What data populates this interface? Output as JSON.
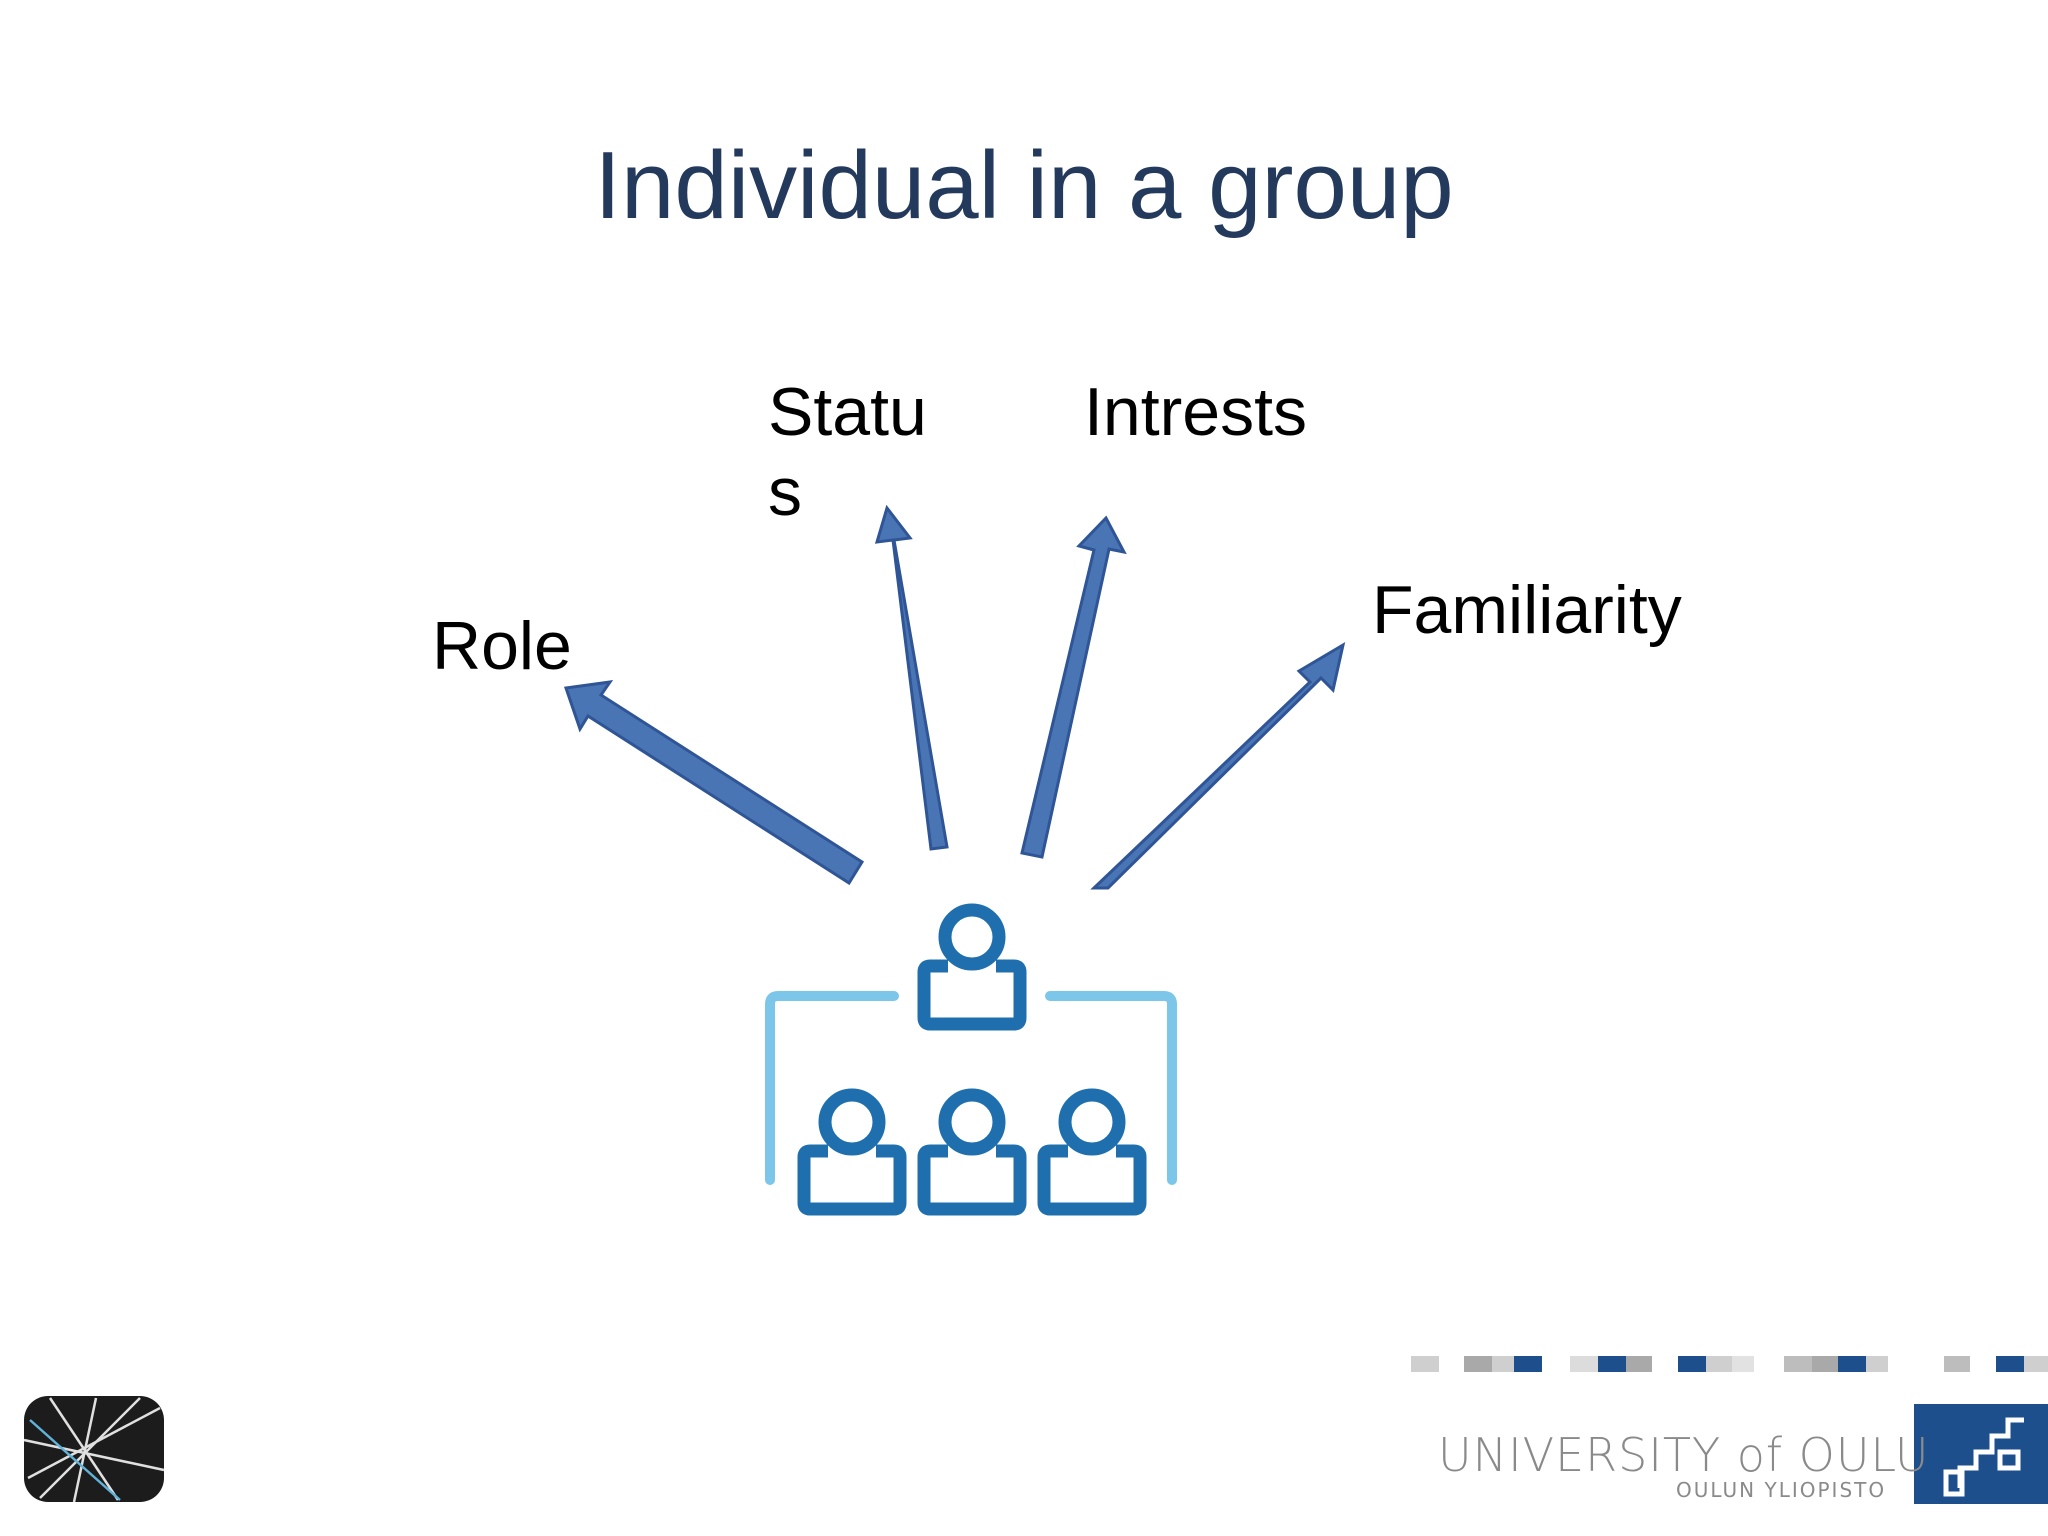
{
  "slide": {
    "title": "Individual in a group"
  },
  "diagram": {
    "labels": {
      "status": "Status",
      "interests": "Intrests",
      "role": "Role",
      "familiarity": "Familiarity"
    }
  },
  "branding": {
    "university_name": "UNIVERSITY of OULU",
    "university_subname": "OULUN YLIOPISTO"
  },
  "colors": {
    "title": "#243a5c",
    "arrow_fill": "#4a75b5",
    "arrow_stroke": "#2f5597",
    "people_icon": "#1f6fae",
    "bracket": "#7cc6ea",
    "brand_blue": "#1d4f8c"
  }
}
